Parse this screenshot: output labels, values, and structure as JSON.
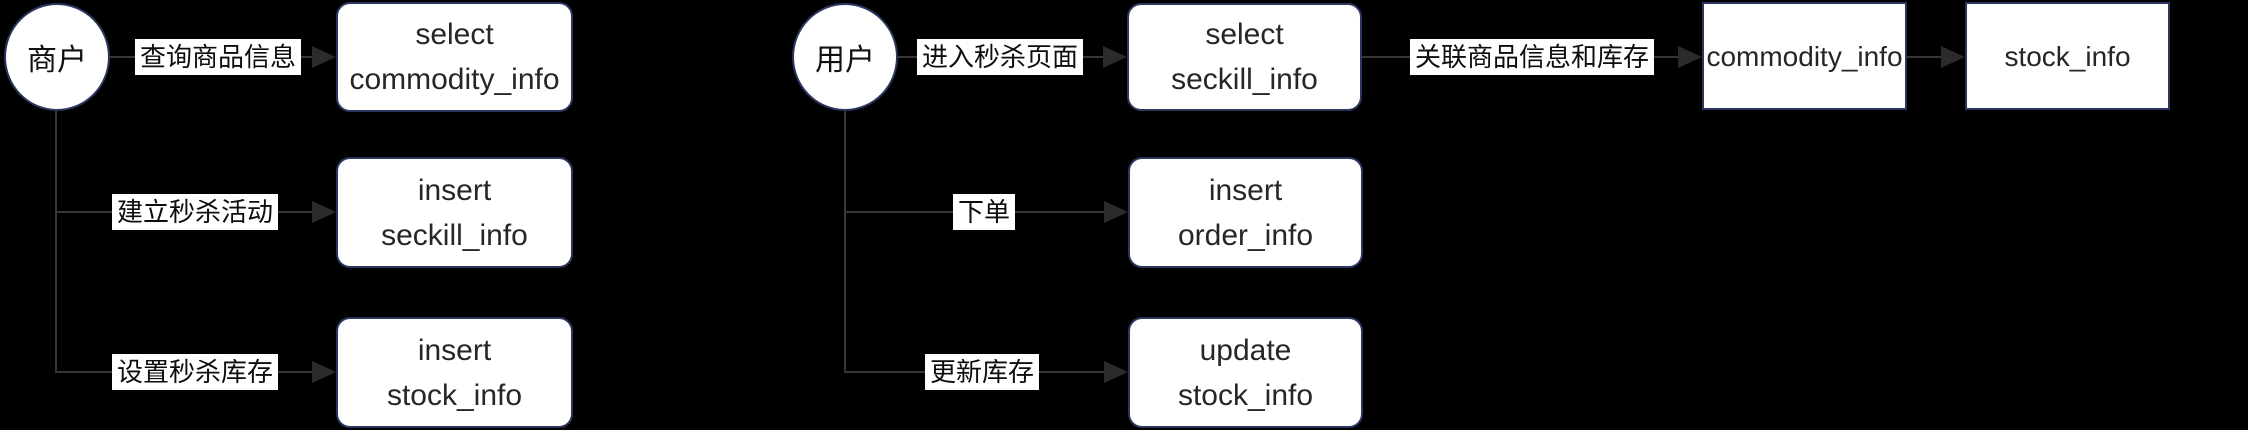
{
  "colors": {
    "background": "#000000",
    "node_fill": "#ffffff",
    "node_border": "#2a3560",
    "node_text": "#262626",
    "connector": "#363636",
    "arrowhead": "#2b2b2b",
    "edge_label_bg": "#ffffff",
    "edge_label_text": "#0d0d0d"
  },
  "actors": {
    "merchant": "商户",
    "user": "用户"
  },
  "merchant_flow": {
    "edges": {
      "query_commodity": "查询商品信息",
      "create_seckill": "建立秒杀活动",
      "set_stock": "设置秒杀库存"
    },
    "nodes": {
      "select_commodity": {
        "line1": "select",
        "line2": "commodity_info"
      },
      "insert_seckill": {
        "line1": "insert",
        "line2": "seckill_info"
      },
      "insert_stock": {
        "line1": "insert",
        "line2": "stock_info"
      }
    }
  },
  "user_flow": {
    "edges": {
      "enter_page": "进入秒杀页面",
      "join_info": "关联商品信息和库存",
      "place_order": "下单",
      "update_stock": "更新库存"
    },
    "nodes": {
      "select_seckill": {
        "line1": "select",
        "line2": "seckill_info"
      },
      "insert_order": {
        "line1": "insert",
        "line2": "order_info"
      },
      "update_stock": {
        "line1": "update",
        "line2": "stock_info"
      },
      "commodity_table": {
        "line1": "commodity_info"
      },
      "stock_table": {
        "line1": "stock_info"
      }
    }
  }
}
